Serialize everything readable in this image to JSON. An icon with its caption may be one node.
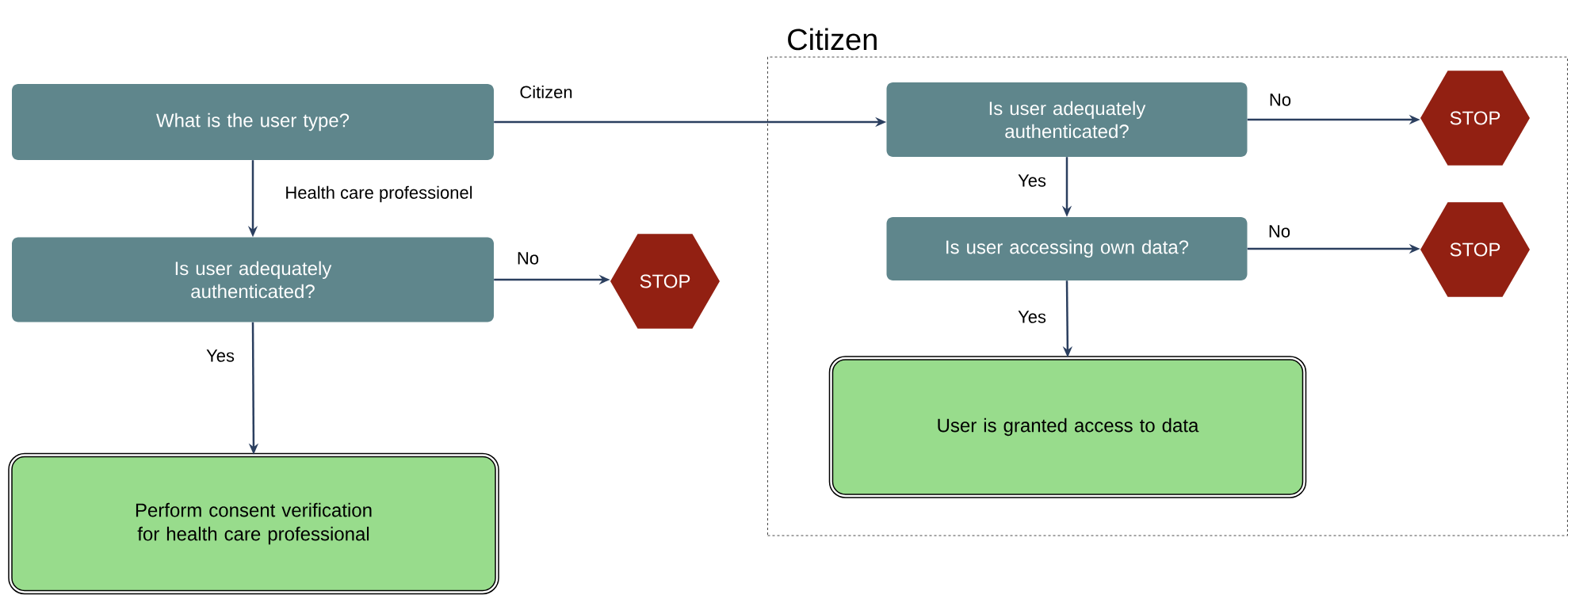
{
  "diagram": {
    "nodes": [
      {
        "text": [
          "What is the user type?"
        ]
      },
      {
        "text": [
          "Is user adequately authenticated?"
        ]
      },
      {
        "text": [
          "STOP"
        ]
      },
      {
        "text": [
          "Perform consent verification for health care professional"
        ]
      },
      {
        "text": [
          "Citizen"
        ]
      },
      {
        "text": [
          "Is user adequately authenticated?"
        ],
        "in": 4
      },
      {
        "text": [
          "STOP"
        ],
        "in": 4
      },
      {
        "text": [
          "Is user accessing own data?"
        ],
        "in": 4
      },
      {
        "text": [
          "STOP"
        ],
        "in": 4
      },
      {
        "text": [
          "User is granted access to data"
        ],
        "in": 4
      }
    ],
    "edges": [
      {
        "from": 0,
        "to": 5,
        "arrow": "to",
        "label": "Citizen"
      },
      {
        "from": 0,
        "to": 1,
        "arrow": "to",
        "label": "Health care professionel"
      },
      {
        "from": 1,
        "to": 2,
        "arrow": "to",
        "label": "No"
      },
      {
        "from": 1,
        "to": 3,
        "arrow": "to",
        "label": "Yes"
      },
      {
        "from": 5,
        "to": 6,
        "arrow": "to",
        "label": "No"
      },
      {
        "from": 5,
        "to": 7,
        "arrow": "to",
        "label": "Yes"
      },
      {
        "from": 7,
        "to": 8,
        "arrow": "to",
        "label": "No"
      },
      {
        "from": 7,
        "to": 9,
        "arrow": "to",
        "label": "Yes"
      }
    ]
  }
}
